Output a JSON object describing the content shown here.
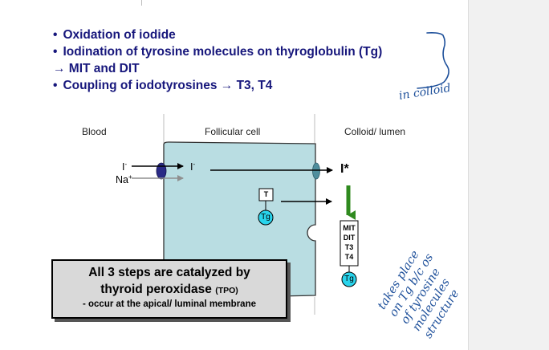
{
  "bullets": [
    {
      "bullet": "•",
      "text": "Oxidation of iodide"
    },
    {
      "bullet": "•",
      "text": "Iodination of tyrosine molecules on thyroglobulin (Tg)"
    },
    {
      "bullet": "",
      "text": "→ MIT and DIT"
    },
    {
      "bullet": "•",
      "text": "Coupling of iodotyrosines → T3, T4"
    }
  ],
  "diagram": {
    "blood_label": "Blood",
    "cell_label": "Follicular cell",
    "colloid_label": "Colloid/ lumen",
    "iodide_blood": "I",
    "iodide_blood_sup": "-",
    "sodium": "Na",
    "sodium_sup": "+",
    "iodide_cell": "I",
    "iodide_cell_sup": "-",
    "iodine_colloid": "I*",
    "t_box": "T",
    "tg_cell": "Tg",
    "product_lines": [
      "MIT",
      "DIT",
      "T3",
      "T4"
    ],
    "tg_colloid": "Tg",
    "colors": {
      "cell_fill": "#b9dde2",
      "transporter": "#2a2a86",
      "tpo_oval": "#4f8e9d",
      "tg_fill": "#29d4ec",
      "green_arrow": "#2f8a1e",
      "gray_arrow": "#8f8f8f"
    }
  },
  "callout": {
    "line1": "All 3 steps are catalyzed by",
    "line2": "thyroid peroxidase",
    "line2_abbr": "(TPO)",
    "line3": "- occur at the apical/ luminal membrane"
  },
  "handwritten": {
    "colloid_note": "in colloid",
    "side_note": [
      "takes place",
      "on Tg b/c os",
      "of tyrosine",
      "molecules",
      "structure"
    ],
    "ink_color": "#1d4f9a"
  }
}
